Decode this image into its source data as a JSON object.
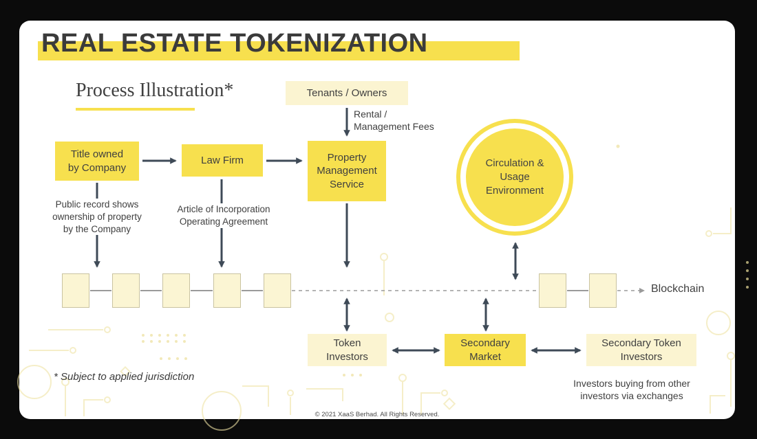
{
  "title": "REAL ESTATE TOKENIZATION",
  "subtitle": "Process Illustration*",
  "nodes": {
    "tenants_owners": "Tenants / Owners",
    "title_owned": "Title owned\nby Company",
    "law_firm": "Law Firm",
    "property_management": "Property\nManagement\nService",
    "circulation": "Circulation &\nUsage\nEnvironment",
    "token_investors": "Token\nInvestors",
    "secondary_market": "Secondary\nMarket",
    "secondary_token_investors": "Secondary Token\nInvestors"
  },
  "labels": {
    "rental_fees": "Rental /\nManagement Fees",
    "public_record": "Public record shows\nownership of property\nby the Company",
    "incorporation": "Article of Incorporation\nOperating Agreement",
    "blockchain": "Blockchain",
    "investors_buying": "Investors buying from other\ninvestors via exchanges",
    "footnote": "* Subject to applied jurisdiction",
    "copyright": "© 2021 XaaS Berhad. All Rights Reserved."
  },
  "colors": {
    "bright_yellow": "#F7E04E",
    "pale_yellow": "#FBF4D1",
    "arrow": "#3E4A57",
    "text_dark": "#3f3f3f"
  }
}
